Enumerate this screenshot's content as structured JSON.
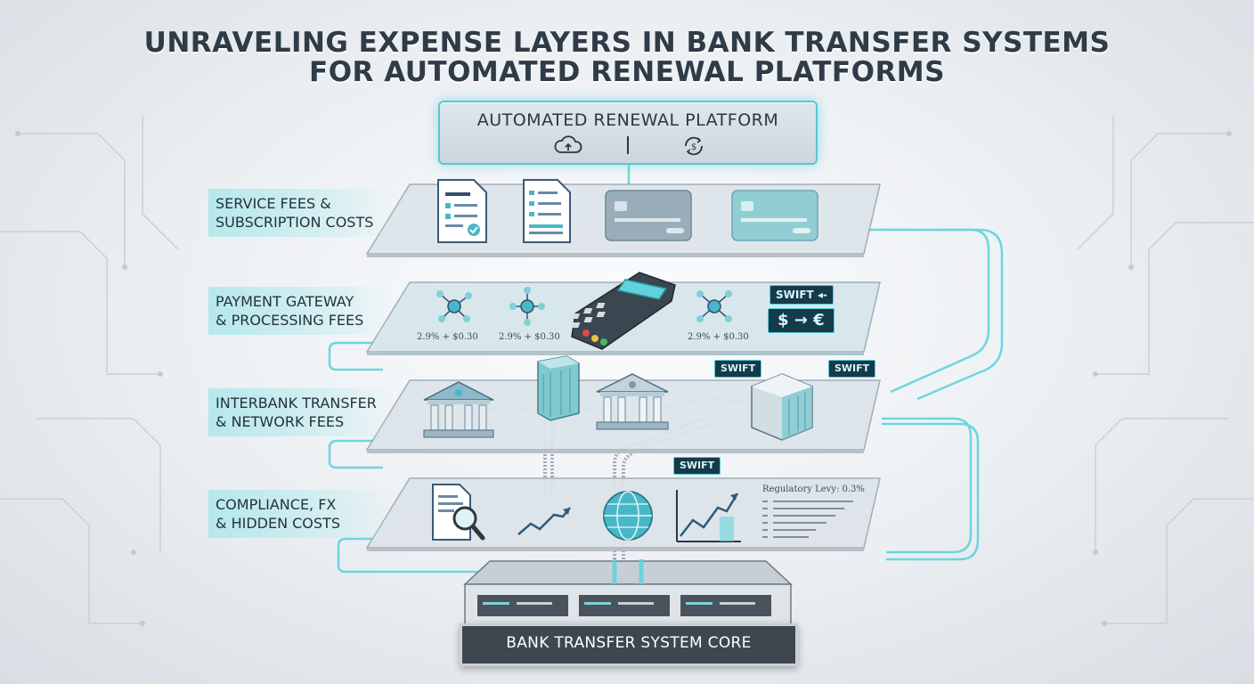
{
  "title": {
    "line1": "UNRAVELING EXPENSE LAYERS IN BANK TRANSFER SYSTEMS",
    "line2": "FOR AUTOMATED RENEWAL PLATFORMS"
  },
  "platform": {
    "label": "AUTOMATED RENEWAL PLATFORM",
    "icons": [
      "cloud-upload-icon",
      "dollar-cycle-icon"
    ]
  },
  "tiers": [
    {
      "label_line1": "SERVICE FEES &",
      "label_line2": "SUBSCRIPTION COSTS"
    },
    {
      "label_line1": "PAYMENT GATEWAY",
      "label_line2": "& PROCESSING FEES"
    },
    {
      "label_line1": "INTERBANK TRANSFER",
      "label_line2": "& NETWORK FEES"
    },
    {
      "label_line1": "COMPLIANCE, FX",
      "label_line2": "& HIDDEN COSTS"
    }
  ],
  "payment": {
    "fees": [
      "2.9% + $0.30",
      "2.9% + $0.30",
      "2.9% + $0.30"
    ],
    "swift_tag": "SWIFT ◂-",
    "fx": "$ → €"
  },
  "swift_badges": [
    "SWIFT",
    "SWIFT",
    "SWIFT"
  ],
  "compliance": {
    "regulatory": "Regulatory Levy: 0.3%"
  },
  "core": {
    "label": "BANK TRANSFER SYSTEM CORE"
  },
  "colors": {
    "accent": "#53c9d2",
    "dark": "#2f3b46",
    "badge": "#153a4a"
  }
}
